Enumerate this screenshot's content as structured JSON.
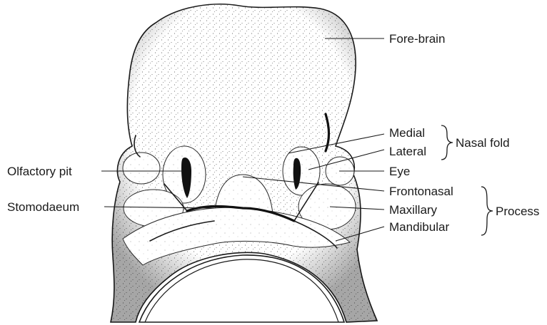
{
  "labels": {
    "fore_brain": "Fore-brain",
    "medial": "Medial",
    "lateral": "Lateral",
    "nasal_fold": "Nasal fold",
    "eye": "Eye",
    "frontonasal": "Frontonasal",
    "maxillary": "Maxillary",
    "mandibular": "Mandibular",
    "process": "Process",
    "olfactory_pit": "Olfactory pit",
    "stomodaeum": "Stomodaeum"
  }
}
